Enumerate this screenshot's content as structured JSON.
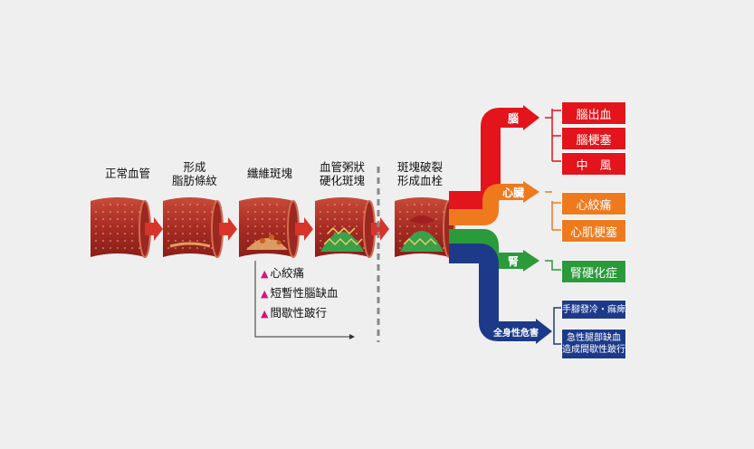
{
  "stages": [
    {
      "label": "正常血管"
    },
    {
      "label": "形成\n脂肪條紋"
    },
    {
      "label": "纖維斑塊"
    },
    {
      "label": "血管粥狀\n硬化斑塊"
    },
    {
      "label": "斑塊破裂\n形成血栓"
    }
  ],
  "symptoms": [
    "心絞痛",
    "短暫性腦缺血",
    "間歇性跛行"
  ],
  "branches": {
    "brain": {
      "organ": "腦",
      "color": "#e3141b",
      "outcomes": [
        "腦出血",
        "腦梗塞",
        "中　風"
      ]
    },
    "heart": {
      "organ": "心臟",
      "color": "#ef7a1e",
      "outcomes": [
        "心絞痛",
        "心肌梗塞"
      ]
    },
    "kidney": {
      "organ": "腎",
      "color": "#2a9a3a",
      "outcomes": [
        "腎硬化症"
      ]
    },
    "body": {
      "organ": "全身性危害",
      "color": "#1d3a8a",
      "outcomes": [
        "手腳發冷・痲痺",
        "急性腿部缺血\n造成間歇性跛行"
      ]
    }
  },
  "colors": {
    "vessel": "#b4362a",
    "arrow": "#d8342a",
    "tri": "#d4147a"
  }
}
